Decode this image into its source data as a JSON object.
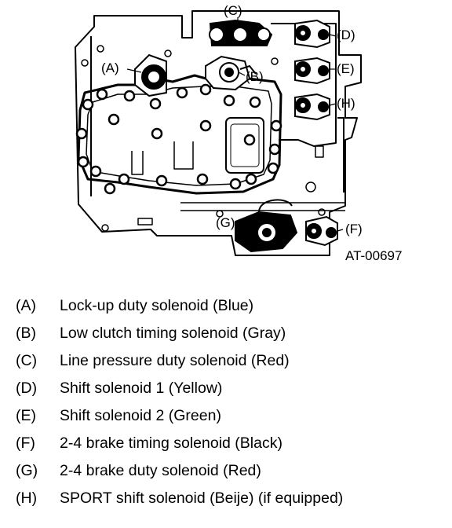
{
  "figure": {
    "figure_id": "AT-00697",
    "callouts": {
      "A": "(A)",
      "B": "(B)",
      "C": "(C)",
      "D": "(D)",
      "E": "(E)",
      "F": "(F)",
      "G": "(G)",
      "H": "(H)"
    }
  },
  "legend": [
    {
      "letter": "(A)",
      "text": "Lock-up duty solenoid (Blue)"
    },
    {
      "letter": "(B)",
      "text": "Low clutch timing solenoid (Gray)"
    },
    {
      "letter": "(C)",
      "text": "Line pressure duty solenoid (Red)"
    },
    {
      "letter": "(D)",
      "text": "Shift solenoid 1 (Yellow)"
    },
    {
      "letter": "(E)",
      "text": "Shift solenoid 2 (Green)"
    },
    {
      "letter": "(F)",
      "text": "2-4 brake timing solenoid (Black)"
    },
    {
      "letter": "(G)",
      "text": "2-4 brake duty solenoid (Red)"
    },
    {
      "letter": "(H)",
      "text": "SPORT shift solenoid (Beije) (if equipped)"
    }
  ]
}
